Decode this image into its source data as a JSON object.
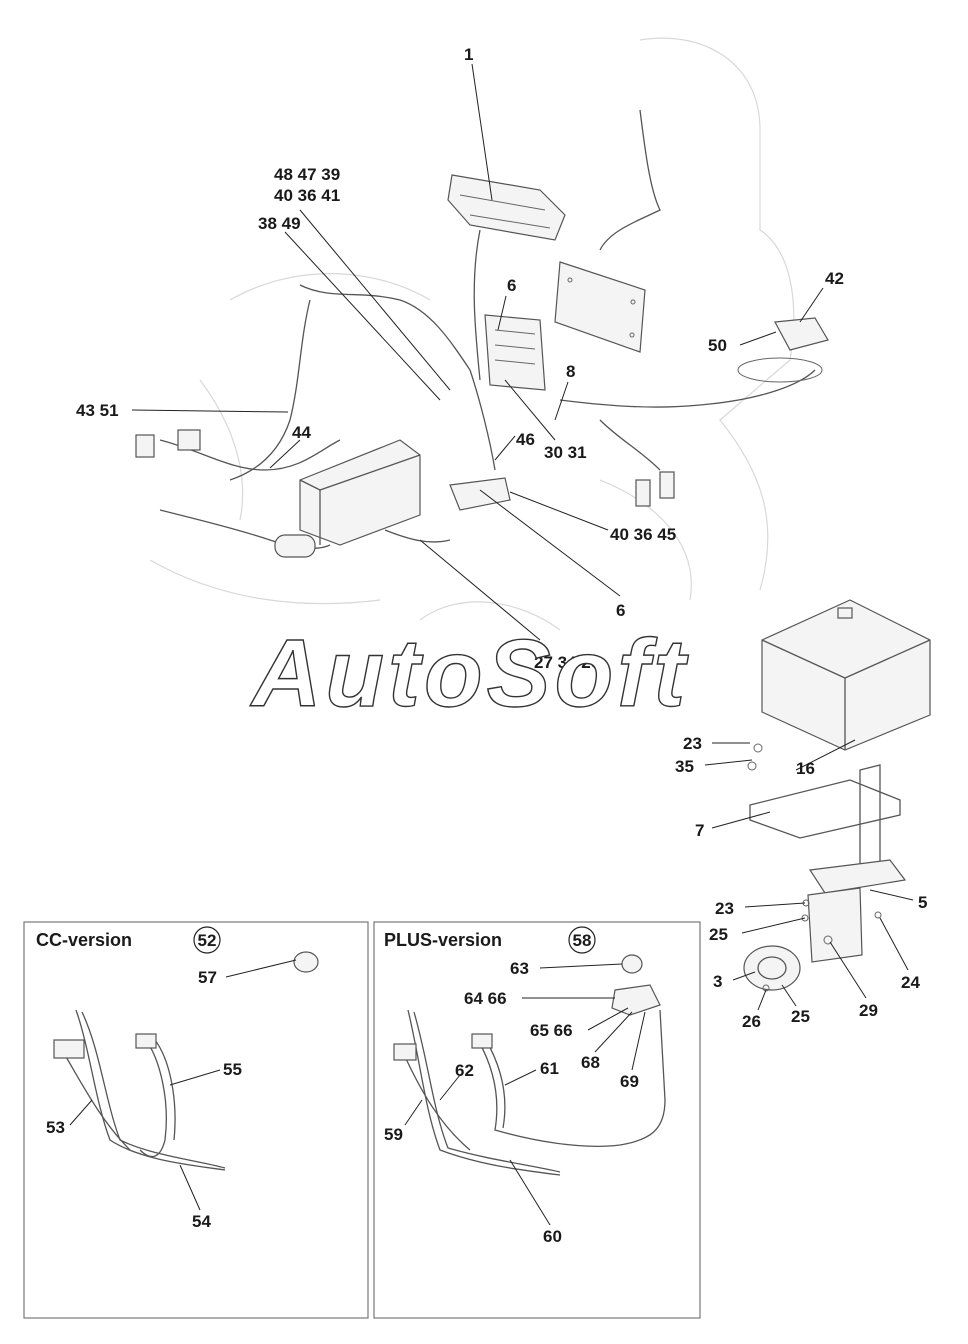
{
  "watermark": "AutoSoft",
  "panels": {
    "cc": {
      "title": "CC-version",
      "number": "52"
    },
    "plus": {
      "title": "PLUS-version",
      "number": "58"
    }
  },
  "callouts": {
    "c1": "1",
    "c48_47_39": "48 47 39",
    "c40_36_41": "40 36 41",
    "c38_49": "38 49",
    "c6a": "6",
    "c42": "42",
    "c50": "50",
    "c8": "8",
    "c43_51": "43 51",
    "c44": "44",
    "c46": "46",
    "c30_31": "30 31",
    "c40_36_45": "40 36 45",
    "c6b": "6",
    "c27_34_26": "27 34 26",
    "c23a": "23",
    "c16": "16",
    "c35": "35",
    "c7": "7",
    "c5": "5",
    "c23b": "23",
    "c25a": "25",
    "c24": "24",
    "c3": "3",
    "c29": "29",
    "c26": "26",
    "c25b": "25",
    "c57": "57",
    "c55": "55",
    "c53": "53",
    "c54": "54",
    "c63": "63",
    "c64_66": "64 66",
    "c65_66": "65 66",
    "c68": "68",
    "c69": "69",
    "c62": "62",
    "c61": "61",
    "c59": "59",
    "c60": "60"
  }
}
